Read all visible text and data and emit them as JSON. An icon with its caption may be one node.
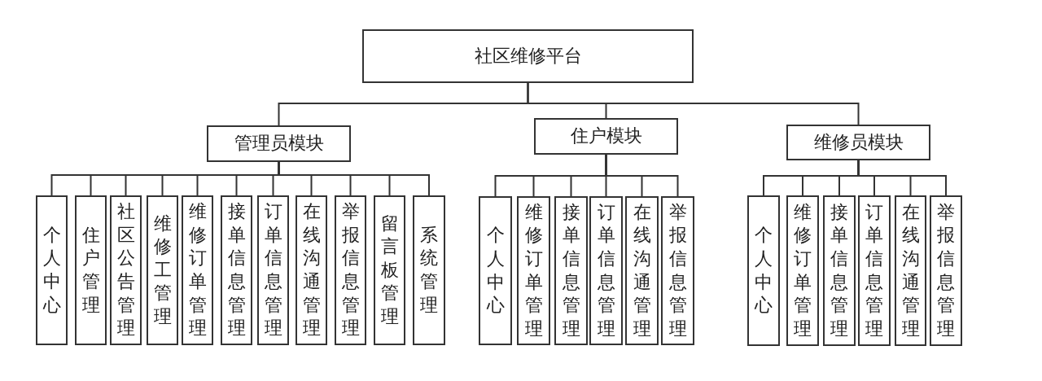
{
  "diagram": {
    "nodes": [
      {
        "text": [
          "社区维修平台"
        ]
      },
      {
        "text": [
          "管理员模块"
        ]
      },
      {
        "text": [
          "个人中心"
        ]
      },
      {
        "text": [
          "住户管理"
        ]
      },
      {
        "text": [
          "社区公告管理"
        ]
      },
      {
        "text": [
          "维修工管理"
        ]
      },
      {
        "text": [
          "维修订单管理"
        ]
      },
      {
        "text": [
          "接单信息管理"
        ]
      },
      {
        "text": [
          "订单信息管理"
        ]
      },
      {
        "text": [
          "在线沟通管理"
        ]
      },
      {
        "text": [
          "举报信息管理"
        ]
      },
      {
        "text": [
          "留言板管理"
        ]
      },
      {
        "text": [
          "系统管理"
        ]
      },
      {
        "text": [
          "住户模块"
        ]
      },
      {
        "text": [
          "个人中心"
        ]
      },
      {
        "text": [
          "维修订单管理"
        ]
      },
      {
        "text": [
          "接单信息管理"
        ]
      },
      {
        "text": [
          "订单信息管理"
        ]
      },
      {
        "text": [
          "在线沟通管理"
        ]
      },
      {
        "text": [
          "举报信息管理"
        ]
      },
      {
        "text": [
          "维修员模块"
        ]
      },
      {
        "text": [
          "个人中心"
        ]
      },
      {
        "text": [
          "维修订单管理"
        ]
      },
      {
        "text": [
          "接单信息管理"
        ]
      },
      {
        "text": [
          "订单信息管理"
        ]
      },
      {
        "text": [
          "在线沟通管理"
        ]
      },
      {
        "text": [
          "举报信息管理"
        ]
      }
    ],
    "edges": [
      {
        "from": 0,
        "to": 1,
        "arrow": "none"
      },
      {
        "from": 0,
        "to": 13,
        "arrow": "none"
      },
      {
        "from": 0,
        "to": 20,
        "arrow": "none"
      },
      {
        "from": 1,
        "to": 2,
        "arrow": "none"
      },
      {
        "from": 1,
        "to": 3,
        "arrow": "none"
      },
      {
        "from": 1,
        "to": 4,
        "arrow": "none"
      },
      {
        "from": 1,
        "to": 5,
        "arrow": "none"
      },
      {
        "from": 1,
        "to": 6,
        "arrow": "none"
      },
      {
        "from": 1,
        "to": 7,
        "arrow": "none"
      },
      {
        "from": 1,
        "to": 8,
        "arrow": "none"
      },
      {
        "from": 1,
        "to": 9,
        "arrow": "none"
      },
      {
        "from": 1,
        "to": 10,
        "arrow": "none"
      },
      {
        "from": 1,
        "to": 11,
        "arrow": "none"
      },
      {
        "from": 1,
        "to": 12,
        "arrow": "none"
      },
      {
        "from": 13,
        "to": 14,
        "arrow": "none"
      },
      {
        "from": 13,
        "to": 15,
        "arrow": "none"
      },
      {
        "from": 13,
        "to": 16,
        "arrow": "none"
      },
      {
        "from": 13,
        "to": 17,
        "arrow": "none"
      },
      {
        "from": 13,
        "to": 18,
        "arrow": "none"
      },
      {
        "from": 13,
        "to": 19,
        "arrow": "none"
      },
      {
        "from": 20,
        "to": 21,
        "arrow": "none"
      },
      {
        "from": 20,
        "to": 22,
        "arrow": "none"
      },
      {
        "from": 20,
        "to": 23,
        "arrow": "none"
      },
      {
        "from": 20,
        "to": 24,
        "arrow": "none"
      },
      {
        "from": 20,
        "to": 25,
        "arrow": "none"
      },
      {
        "from": 20,
        "to": 26,
        "arrow": "none"
      }
    ]
  }
}
